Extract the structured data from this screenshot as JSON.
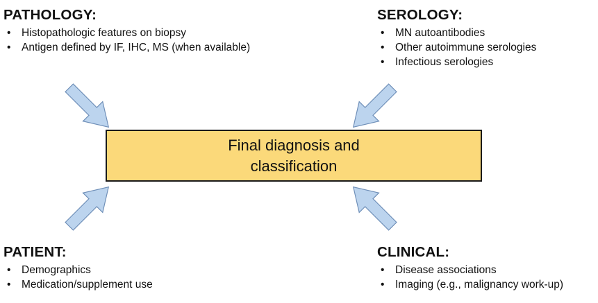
{
  "center": {
    "line1": "Final diagnosis and",
    "line2": "classification",
    "fill_color": "#fbd97a"
  },
  "pathology": {
    "title": "PATHOLOGY:",
    "items": [
      "Histopathologic features on biopsy",
      "Antigen defined by IF, IHC, MS (when available)"
    ]
  },
  "serology": {
    "title": "SEROLOGY:",
    "items": [
      "MN autoantibodies",
      "Other autoimmune serologies",
      "Infectious serologies"
    ]
  },
  "patient": {
    "title": "PATIENT:",
    "items": [
      "Demographics",
      "Medication/supplement use"
    ]
  },
  "clinical": {
    "title": "CLINICAL:",
    "items": [
      "Disease associations",
      "Imaging (e.g., malignancy work-up)"
    ]
  },
  "arrow_color": "#bcd4ee",
  "arrow_stroke": "#6f8fb8"
}
